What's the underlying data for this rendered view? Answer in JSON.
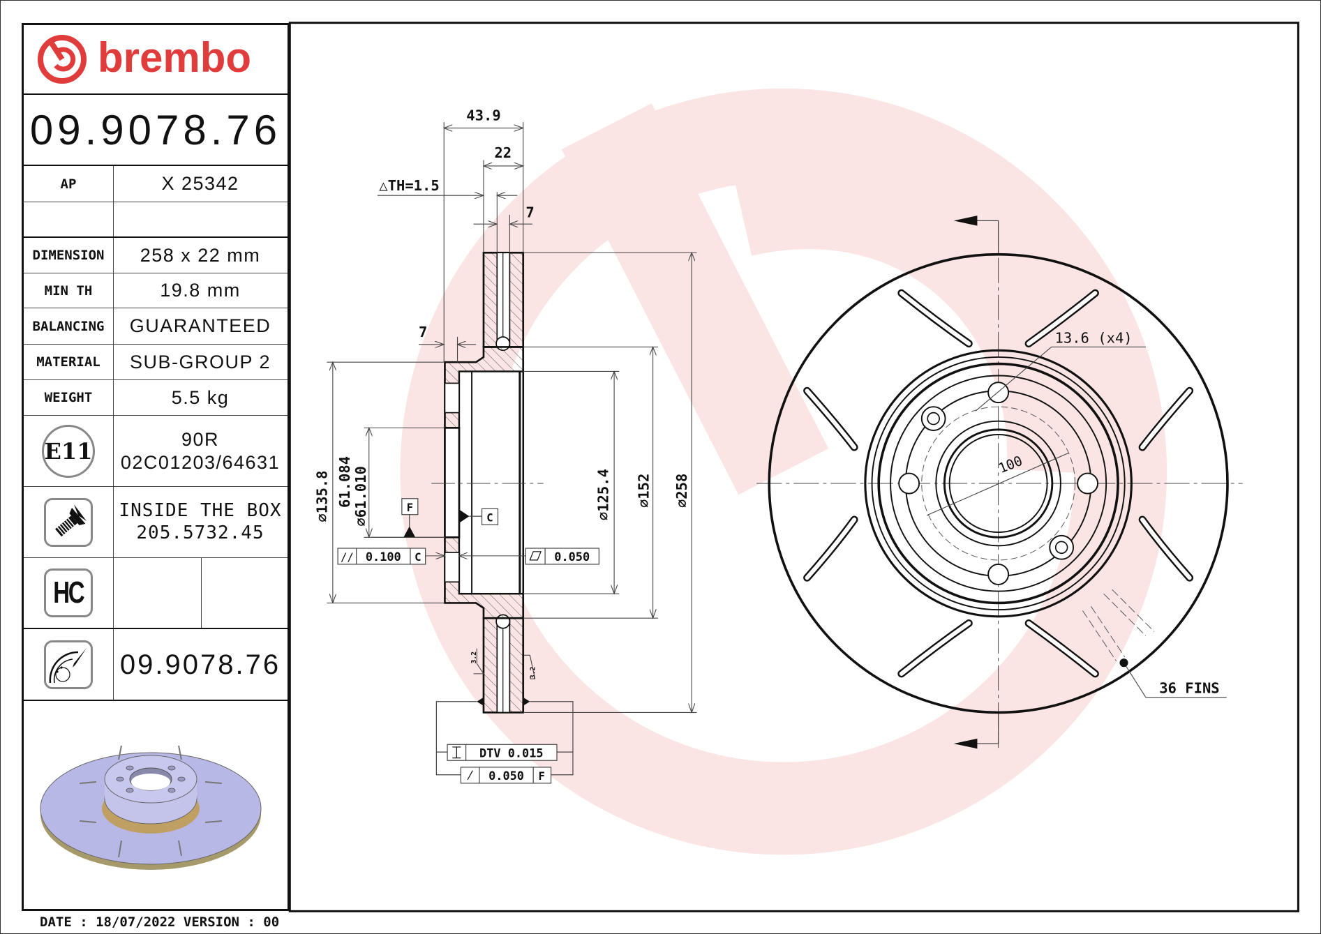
{
  "brand": {
    "name": "brembo",
    "color": "#e03c3c",
    "watermark_color": "#fbe4e4"
  },
  "part_number": "09.9078.76",
  "spec_table": {
    "ap": {
      "label": "AP",
      "value": "X 25342"
    },
    "dimension": {
      "label": "DIMENSION",
      "value": "258 x 22 mm"
    },
    "min_th": {
      "label": "MIN TH",
      "value": "19.8 mm"
    },
    "balancing": {
      "label": "BALANCING",
      "value": "GUARANTEED"
    },
    "material": {
      "label": "MATERIAL",
      "value": "SUB-GROUP 2"
    },
    "weight": {
      "label": "WEIGHT",
      "value": "5.5 kg"
    },
    "homologation": {
      "icon": "E11",
      "line1": "90R",
      "line2": "02C01203/64631"
    },
    "screw": {
      "icon": "screw-icon",
      "line1": "INSIDE THE BOX",
      "line2": "205.5732.45"
    },
    "hc": {
      "icon": "HC"
    },
    "disc_marking": {
      "icon": "disc-marking-icon",
      "value": "09.9078.76"
    }
  },
  "footer": {
    "date_line": "DATE : 18/07/2022 VERSION : 00"
  },
  "section_view": {
    "dim_overall_width": "43.9",
    "dim_thickness": "22",
    "dim_delta_th": "△TH=1.5",
    "dim_cheek_top": "7",
    "dim_hat_flange": "7",
    "dia_135": "⌀135.8",
    "dia_bore_max": "61.084",
    "dia_bore_min": "⌀61.010",
    "dia_125": "⌀125.4",
    "dia_152": "⌀152",
    "dia_258": "⌀258",
    "datum_f": "F",
    "datum_c": "C",
    "parallelism_value": "0.100",
    "parallelism_datum": "C",
    "flatness_value": "0.050",
    "surface_roughness": "3.2",
    "dtv_label": "DTV 0.015",
    "runout_value": "0.050",
    "runout_datum": "F"
  },
  "front_view": {
    "bolt_hole_label": "13.6 (x4)",
    "pcd_label": "100",
    "fins_label": "36 FINS"
  }
}
